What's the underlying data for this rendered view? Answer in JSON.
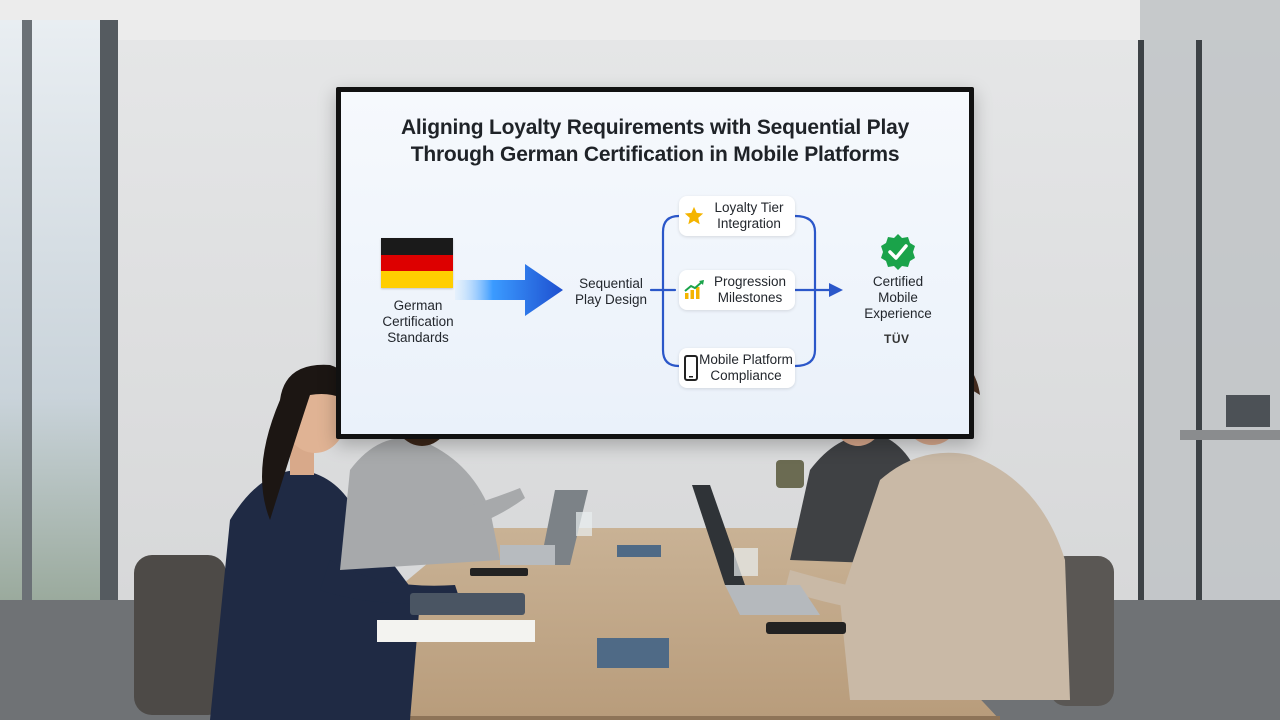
{
  "slide": {
    "title_line1": "Aligning Loyalty Requirements with Sequential Play",
    "title_line2": "Through German Certification in Mobile Platforms",
    "source": {
      "label_line1": "German",
      "label_line2": "Certification",
      "label_line3": "Standards"
    },
    "process": {
      "label_line1": "Sequential",
      "label_line2": "Play Design"
    },
    "branches": [
      {
        "line1": "Loyalty Tier",
        "line2": "Integration",
        "icon": "star-icon"
      },
      {
        "line1": "Progression",
        "line2": "Milestones",
        "icon": "growth-chart-icon"
      },
      {
        "line1": "Mobile Platform",
        "line2": "Compliance",
        "icon": "smartphone-icon"
      }
    ],
    "result": {
      "label_line1": "Certified",
      "label_line2": "Mobile",
      "label_line3": "Experience",
      "icon": "checkmark-badge-icon"
    },
    "brand_mark": "TÜV"
  },
  "colors": {
    "flag_black": "#1a1a1a",
    "flag_red": "#dd0000",
    "flag_gold": "#ffce00",
    "arrow_blue": "#1e5bd6",
    "connector_blue": "#2b57c9",
    "star_gold": "#f4b400",
    "check_green": "#1aa34a"
  }
}
